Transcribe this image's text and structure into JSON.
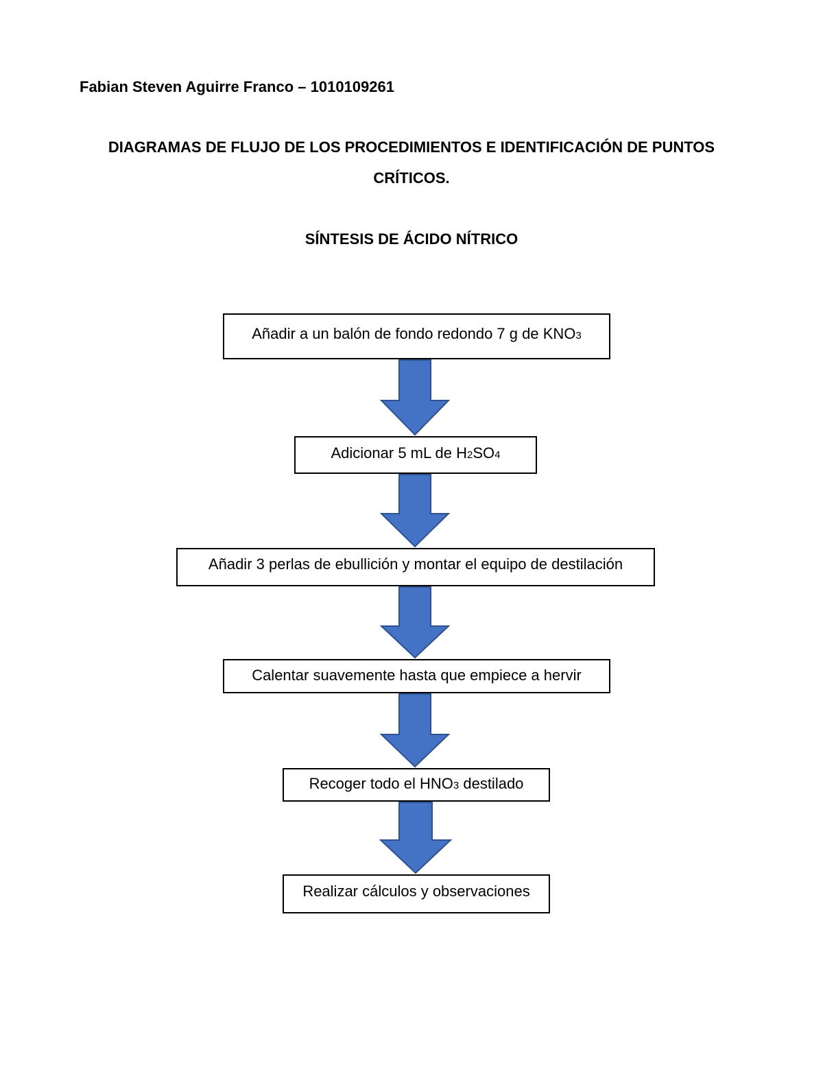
{
  "author_line": "Fabian Steven Aguirre Franco – 1010109261",
  "title": {
    "line1": "DIAGRAMAS DE FLUJO DE LOS PROCEDIMIENTOS E IDENTIFICACIÓN DE PUNTOS",
    "line2": "CRÍTICOS."
  },
  "section_heading": "SÍNTESIS DE ÁCIDO NÍTRICO",
  "flowchart": {
    "arrow_color": "#4472C4",
    "arrow_border_color": "#2F528F",
    "steps": [
      {
        "text": "Añadir a un balón de fondo redondo 7 g de KNO3",
        "part1": "Añadir a un balón de fondo redondo 7 g de KNO",
        "sub1": "3"
      },
      {
        "text": "Adicionar 5 mL de H2SO4",
        "part1": "Adicionar 5 mL de H",
        "sub1": "2",
        "part2": "SO",
        "sub2": "4"
      },
      {
        "text": "Añadir 3 perlas de ebullición y montar el equipo de destilación",
        "part1": "Añadir 3 perlas de ebullición y montar el equipo de destilación"
      },
      {
        "text": "Calentar suavemente hasta que empiece a hervir",
        "part1": "Calentar suavemente hasta que empiece a hervir"
      },
      {
        "text": "Recoger todo el HNO3 destilado",
        "part1": "Recoger todo el HNO",
        "sub1": "3",
        "part2": " destilado"
      },
      {
        "text": "Realizar cálculos y observaciones",
        "part1": "Realizar cálculos y observaciones"
      }
    ]
  }
}
